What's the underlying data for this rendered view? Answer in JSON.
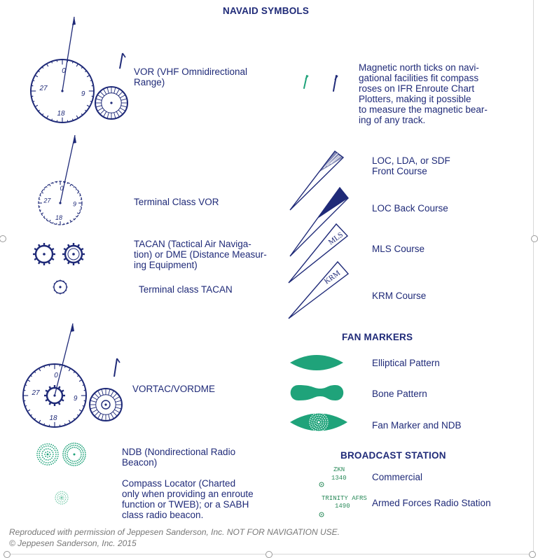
{
  "title": "NAVAID SYMBOLS",
  "sections": {
    "fan_markers": "FAN MARKERS",
    "broadcast_station": "BROADCAST STATION"
  },
  "colors": {
    "navy": "#1f2a78",
    "green": "#1fa37a",
    "frame": "#d8d8d8"
  },
  "symbols": {
    "vor": "VOR (VHF Omnidirectional\nRange)",
    "magnetic_note": "Magnetic north ticks on navi-\ngational facilities fit compass\nroses on IFR Enroute Chart\nPlotters, making it possible\nto measure the magnetic bear-\ning of any track.",
    "terminal_vor": "Terminal Class VOR",
    "tacan": "TACAN (Tactical Air Naviga-\ntion) or DME (Distance Measur-\ning Equipment)",
    "terminal_tacan": "Terminal class TACAN",
    "vortac": "VORTAC/VORDME",
    "ndb": "NDB (Nondirectional Radio\nBeacon)",
    "compass_locator": "Compass Locator (Charted\nonly when providing an enroute\nfunction or TWEB); or a SABH\nclass radio beacon.",
    "loc_front": "LOC, LDA, or SDF\nFront Course",
    "loc_back": "LOC Back Course",
    "mls": "MLS Course",
    "krm": "KRM Course",
    "elliptical": "Elliptical Pattern",
    "bone": "Bone Pattern",
    "fan_ndb": "Fan Marker and NDB",
    "commercial": "Commercial",
    "afrs": "Armed Forces Radio Station"
  },
  "dial": {
    "north": "0",
    "east": "9",
    "south": "18",
    "west": "27"
  },
  "course_tags": {
    "mls": "MLS",
    "krm": "KRM"
  },
  "broadcast": {
    "commercial_ident": "ZKN",
    "commercial_freq": "1340",
    "afrs_ident": "TRINITY AFRS",
    "afrs_freq": "1490"
  },
  "credit": {
    "line1": "Reproduced with permission of Jeppesen Sanderson, Inc. NOT FOR NAVIGATION USE.",
    "line2": "© Jeppesen Sanderson, Inc. 2015"
  }
}
